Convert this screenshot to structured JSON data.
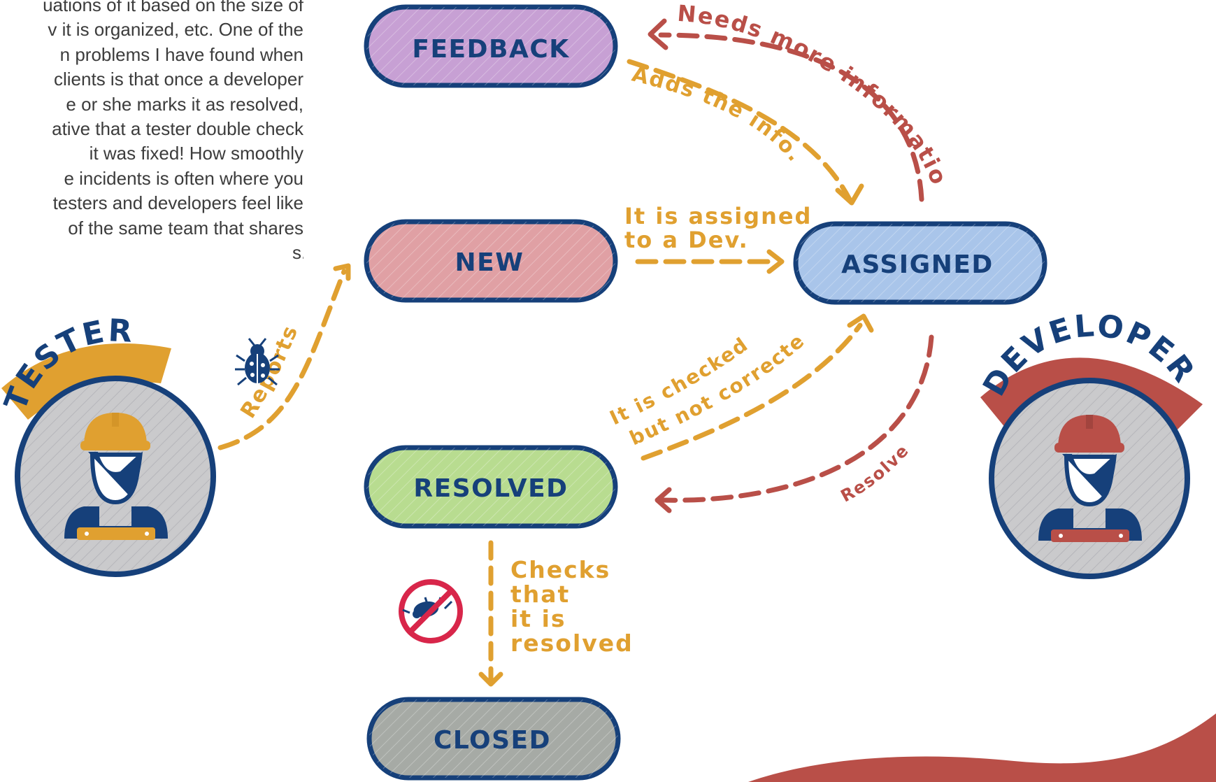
{
  "intro_text": {
    "lines": [
      "uations of it based on the size of",
      "v it is organized, etc. One of the",
      "n problems I have found when",
      "clients is that once a developer",
      "e or she marks it as resolved,",
      "ative that a tester double check",
      "it was fixed! How smoothly",
      "e incidents is often where you",
      "testers and developers feel like",
      "of the same team that shares",
      "s."
    ]
  },
  "states": {
    "feedback": "FEEDBACK",
    "new": "NEW",
    "assigned": "ASSIGNED",
    "resolved": "RESOLVED",
    "closed": "CLOSED"
  },
  "transitions": {
    "needs_more_info": "Needs more information",
    "adds_info": "Adds the info.",
    "assigned_line1": "It is assigned",
    "assigned_line2": "to a Dev.",
    "reports": "Reports",
    "checked_line1": "It is checked",
    "checked_line2": "but not corrected",
    "resolves": "Resolves",
    "checks": [
      "Checks",
      "that",
      "it is",
      "resolved"
    ]
  },
  "roles": {
    "tester": "TESTER",
    "developer": "DEVELOPER"
  },
  "colors": {
    "navy": "#16407a",
    "tester_accent": "#e0a030",
    "developer_accent": "#b94f48",
    "feedback_fill": "#c7a0d4",
    "new_fill": "#e0a0a4",
    "assigned_fill": "#a9c5ea",
    "resolved_fill": "#b8dc90",
    "closed_fill": "#a6aaa5",
    "avatar_bg": "#cacacc"
  },
  "icons": [
    "bug-icon",
    "no-bug-icon",
    "hard-hat-icon"
  ]
}
